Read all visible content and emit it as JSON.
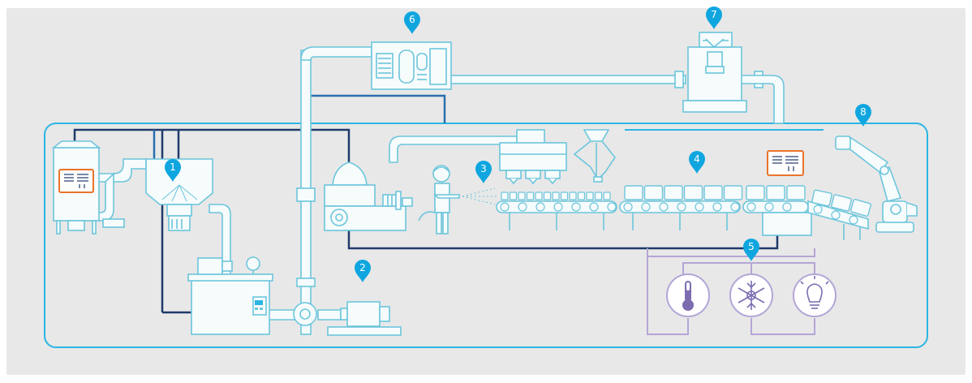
{
  "diagram": {
    "colors": {
      "background": "#e8e8e8",
      "frame": "#2bb5e3",
      "equipment_stroke": "#6cc6dc",
      "equipment_fill": "#f6fbfc",
      "process_line_dark": "#1f3a6b",
      "process_line_light": "#2a6fae",
      "control_line": "#b4a6d6",
      "marker": "#0fa6e0",
      "panel_accent": "#e9742b",
      "thermo_fill": "#7c6db0"
    },
    "markers": [
      {
        "label": "1",
        "equipment": "mixing-tank"
      },
      {
        "label": "2",
        "equipment": "pump"
      },
      {
        "label": "3",
        "equipment": "sanitation-worker"
      },
      {
        "label": "4",
        "equipment": "conveyor"
      },
      {
        "label": "5",
        "equipment": "environment-controls"
      },
      {
        "label": "6",
        "equipment": "control-cabinet"
      },
      {
        "label": "7",
        "equipment": "rooftop-unit"
      },
      {
        "label": "8",
        "equipment": "robot-arm"
      }
    ],
    "control_icons": [
      "thermometer-icon",
      "snowflake-icon",
      "lightbulb-icon"
    ]
  }
}
